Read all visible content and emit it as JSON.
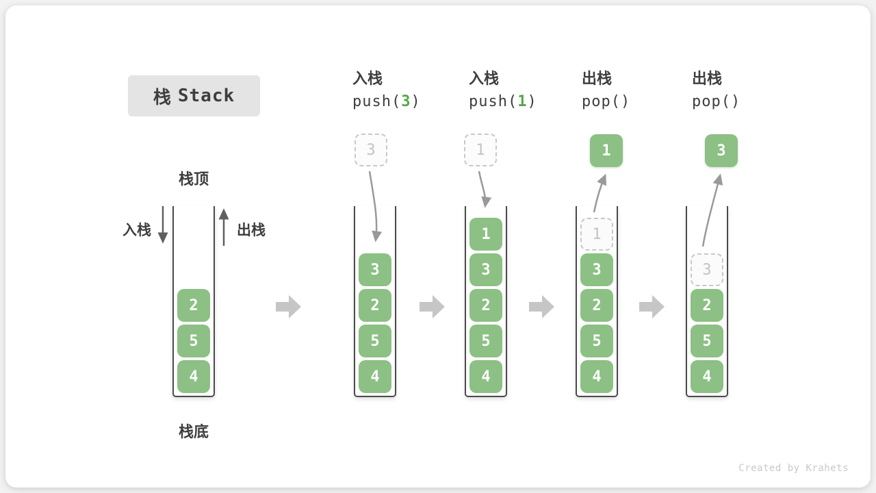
{
  "title": {
    "zh": "栈",
    "en": "Stack"
  },
  "labels": {
    "stack_top": "栈顶",
    "stack_bottom": "栈底",
    "push_side": "入栈",
    "pop_side": "出栈"
  },
  "operations": [
    {
      "name": "入栈",
      "code_pre": "push(",
      "arg": "3",
      "code_post": ")"
    },
    {
      "name": "入栈",
      "code_pre": "push(",
      "arg": "1",
      "code_post": ")"
    },
    {
      "name": "出栈",
      "code_pre": "pop(",
      "arg": "",
      "code_post": ")"
    },
    {
      "name": "出栈",
      "code_pre": "pop(",
      "arg": "",
      "code_post": ")"
    }
  ],
  "stacks": [
    {
      "blocks": [
        "4",
        "5",
        "2"
      ]
    },
    {
      "blocks": [
        "4",
        "5",
        "2",
        "3"
      ],
      "staged": "3"
    },
    {
      "blocks": [
        "4",
        "5",
        "2",
        "3",
        "1"
      ],
      "staged": "1"
    },
    {
      "blocks": [
        "4",
        "5",
        "2",
        "3"
      ],
      "ghost": "1",
      "popped": "1"
    },
    {
      "blocks": [
        "4",
        "5",
        "2"
      ],
      "ghost": "3",
      "popped": "3"
    }
  ],
  "watermark": "Created by Krahets",
  "icons": {
    "flow": "right-block-arrow",
    "push_curve": "curved-down-arrow",
    "pop_curve": "curved-up-arrow",
    "push_direction": "down-arrow",
    "pop_direction": "up-arrow"
  },
  "colors": {
    "block_green": "#8cc084",
    "code_arg_green": "#55a649",
    "ghost_gray": "#c8c8c8",
    "curve_arrow_gray": "#999999",
    "flow_arrow_gray": "#c6c6c6",
    "container_wall": "#4a4a4a",
    "title_bg": "#e4e4e4",
    "text_dark": "#3e3e3e"
  }
}
